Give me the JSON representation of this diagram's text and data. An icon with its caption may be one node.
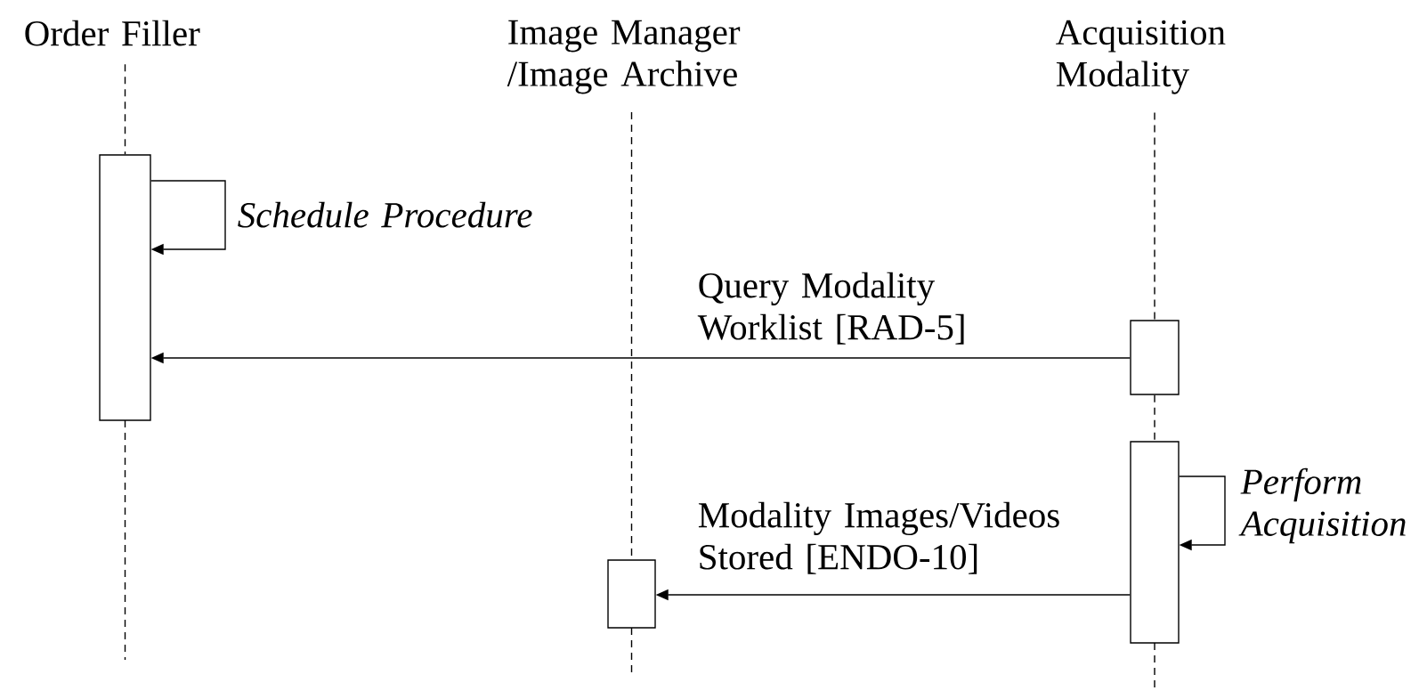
{
  "diagram": {
    "nodes": [
      {
        "text": [
          "Order Filler"
        ]
      },
      {
        "text": [
          "Image Manager /Image Archive"
        ]
      },
      {
        "text": [
          "Acquisition Modality"
        ]
      },
      {
        "text": [],
        "shape": "box"
      },
      {
        "text": [],
        "shape": "box"
      },
      {
        "text": [],
        "shape": "box"
      },
      {
        "text": [],
        "shape": "box"
      }
    ],
    "edges": [
      {
        "from": 0,
        "to": 3,
        "arrow": "none",
        "style": "dashed"
      },
      {
        "from": 1,
        "to": 4,
        "arrow": "none",
        "style": "dashed"
      },
      {
        "from": 2,
        "to": 5,
        "arrow": "none",
        "style": "dashed"
      },
      {
        "from": 5,
        "to": 6,
        "arrow": "none",
        "style": "dashed"
      },
      {
        "from": 3,
        "to": 3,
        "arrow": "to",
        "label": "Schedule Procedure"
      },
      {
        "from": 5,
        "to": 3,
        "arrow": "to",
        "label": "Query Modality Worklist [RAD-5]"
      },
      {
        "from": 6,
        "to": 6,
        "arrow": "to",
        "label": "Perform Acquisition"
      },
      {
        "from": 6,
        "to": 4,
        "arrow": "to",
        "label": "Modality Images/Videos Stored [ENDO-10]"
      }
    ]
  }
}
